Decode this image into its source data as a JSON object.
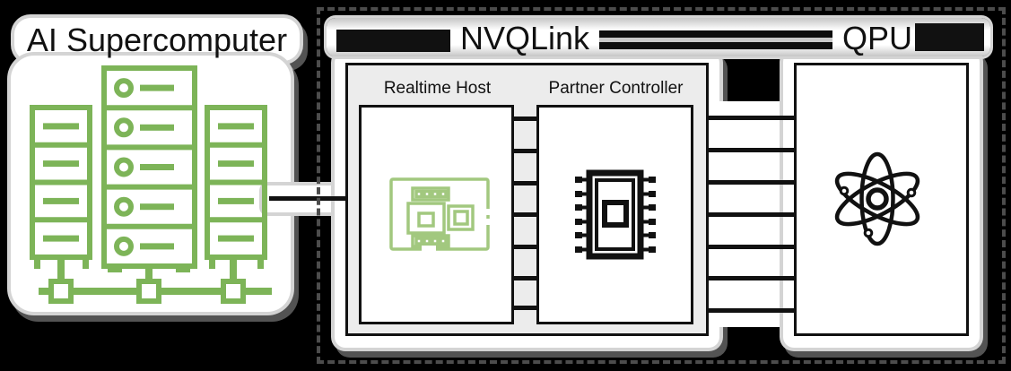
{
  "colors": {
    "green": "#7db458",
    "light_green": "#a2c87f",
    "panel_gray": "#ececec",
    "halo_fringe": "#d4d4d4",
    "line_black": "#111111",
    "dash_gray": "#4c4c4c"
  },
  "supercomputer": {
    "title": "AI Supercomputer",
    "icon": "server-rack-cluster-icon"
  },
  "link_group": {
    "title": "NVQLink",
    "host_label": "Realtime Host",
    "host_icon": "circuit-board-icon",
    "controller_label": "Partner Controller",
    "controller_icon": "chip-icon"
  },
  "qpu": {
    "title": "QPU",
    "icon": "atom-icon"
  }
}
